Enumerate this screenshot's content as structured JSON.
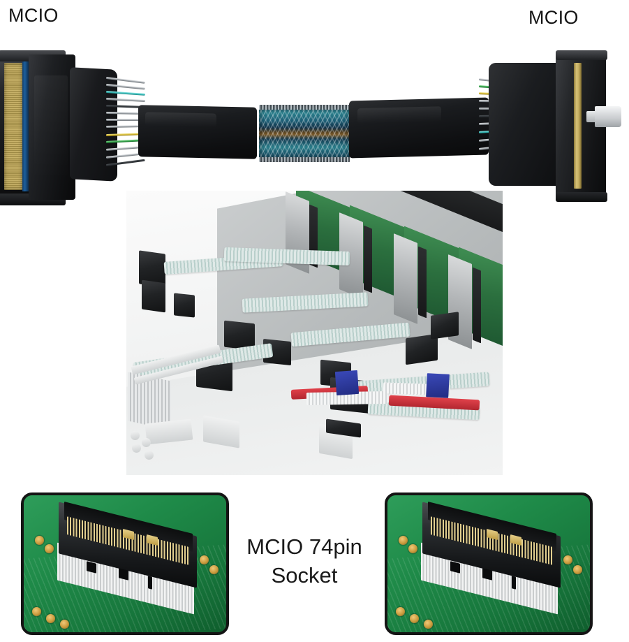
{
  "labels": {
    "left_connector": "MCIO",
    "right_connector": "MCIO"
  },
  "caption": {
    "line1": "MCIO 74pin",
    "line2": "Socket"
  },
  "product": {
    "type": "MCIO cable assembly",
    "pin_count": "74pin",
    "end_a": "MCIO",
    "end_b": "MCIO"
  },
  "colors": {
    "pcb_green": "#1f8b49",
    "gold_contact": "#c9b36a",
    "connector_black": "#16181a",
    "panel_border": "#141414",
    "braid_teal": "#2b7f8c",
    "braid_brown": "#7a5a2a",
    "wire_cyan": "#35b7b4",
    "wire_green": "#2f9c46",
    "wire_yellow": "#cfb22c",
    "wire_silver": "#e8eaec",
    "render_background": "#f3f4f4",
    "ribbon_red": "#e0414a",
    "tab_blue": "#2a35a0",
    "text": "#1a1a1a"
  },
  "sections": {
    "top": "MCIO to MCIO cable with black sleeving and braided center",
    "middle": "server backplane render with connectors and ribbon cables",
    "bottom": "two MCIO 74pin socket photographs on green PCB"
  }
}
